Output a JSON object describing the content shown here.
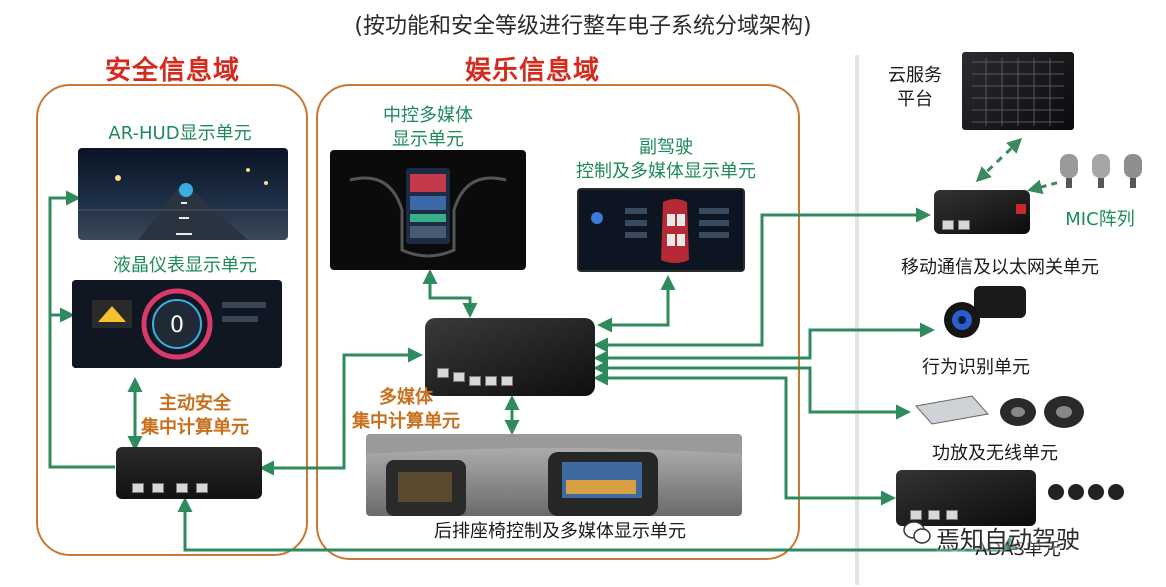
{
  "subtitle": "(按功能和安全等级进行整车电子系统分域架构)",
  "domains": {
    "safety": "安全信息域",
    "entertainment": "娱乐信息域"
  },
  "units": {
    "ar_hud": "AR-HUD显示单元",
    "lcd_cluster": "液晶仪表显示单元",
    "safety_compute": [
      "主动安全",
      "集中计算单元"
    ],
    "center_display": [
      "中控多媒体",
      "显示单元"
    ],
    "copilot_display": [
      "副驾驶",
      "控制及多媒体显示单元"
    ],
    "media_compute": [
      "多媒体",
      "集中计算单元"
    ],
    "rear_seat": "后排座椅控制及多媒体显示单元",
    "cloud": [
      "云服务",
      "平台"
    ],
    "mic_array": "MIC阵列",
    "gateway": "移动通信及以太网关单元",
    "behavior": "行为识别单元",
    "amp": "功放及无线单元",
    "adas": "ADAS单元"
  },
  "watermark": "焉知自动驾驶",
  "colors": {
    "arrow": "#2f8a5e",
    "box": "#c87834",
    "domain_title": "#d42b1f",
    "label_green": "#1e8a5c",
    "label_orange": "#c8701e"
  }
}
